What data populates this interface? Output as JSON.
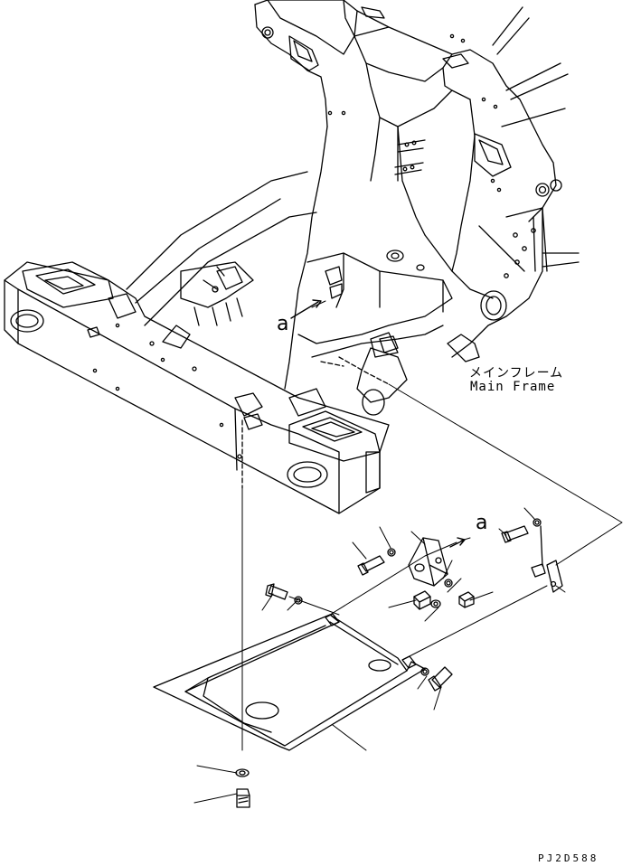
{
  "callouts": {
    "ref_a_frame": "a",
    "ref_a_bracket": "a"
  },
  "labels": {
    "main_frame_jp": "メインフレーム",
    "main_frame_en": "Main Frame"
  },
  "drawing_code": "PJ2D588",
  "colors": {
    "line": "#000000",
    "background": "#ffffff"
  }
}
